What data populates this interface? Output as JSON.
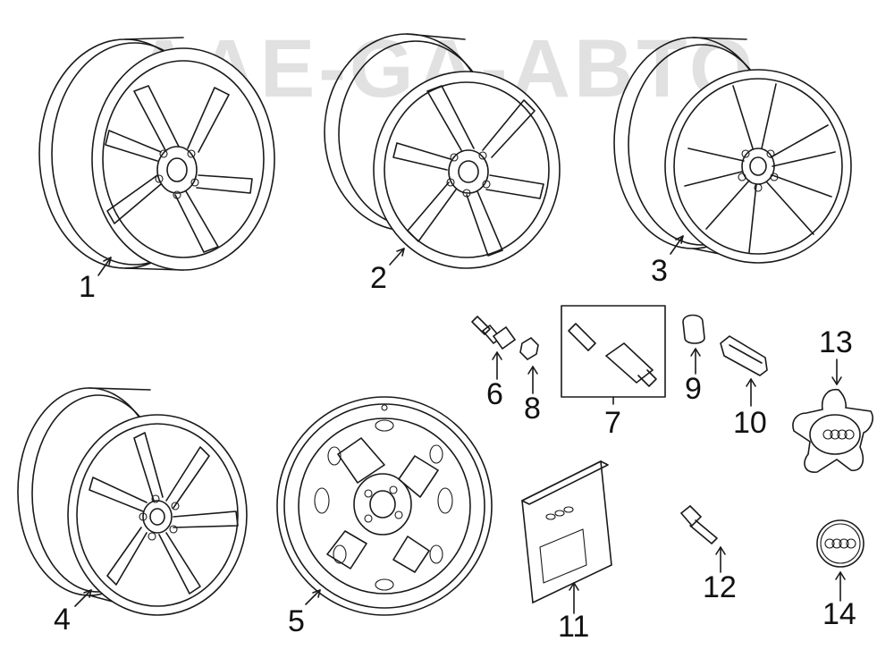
{
  "watermark": "AAE-GA-ABTO",
  "callouts": [
    {
      "id": "1",
      "name": "wheel-1"
    },
    {
      "id": "2",
      "name": "wheel-2"
    },
    {
      "id": "3",
      "name": "wheel-3"
    },
    {
      "id": "4",
      "name": "wheel-4"
    },
    {
      "id": "5",
      "name": "steel-spare-wheel"
    },
    {
      "id": "6",
      "name": "valve-stem"
    },
    {
      "id": "7",
      "name": "tpms-valve-kit"
    },
    {
      "id": "8",
      "name": "valve-nut"
    },
    {
      "id": "9",
      "name": "valve-cap"
    },
    {
      "id": "10",
      "name": "valve-clip"
    },
    {
      "id": "11",
      "name": "wheel-lock-kit"
    },
    {
      "id": "12",
      "name": "lug-bolt"
    },
    {
      "id": "13",
      "name": "center-cap-spider"
    },
    {
      "id": "14",
      "name": "center-cap"
    }
  ],
  "colors": {
    "line": "#1a1a1a",
    "background": "#ffffff",
    "watermark": "#c8c8c8"
  }
}
